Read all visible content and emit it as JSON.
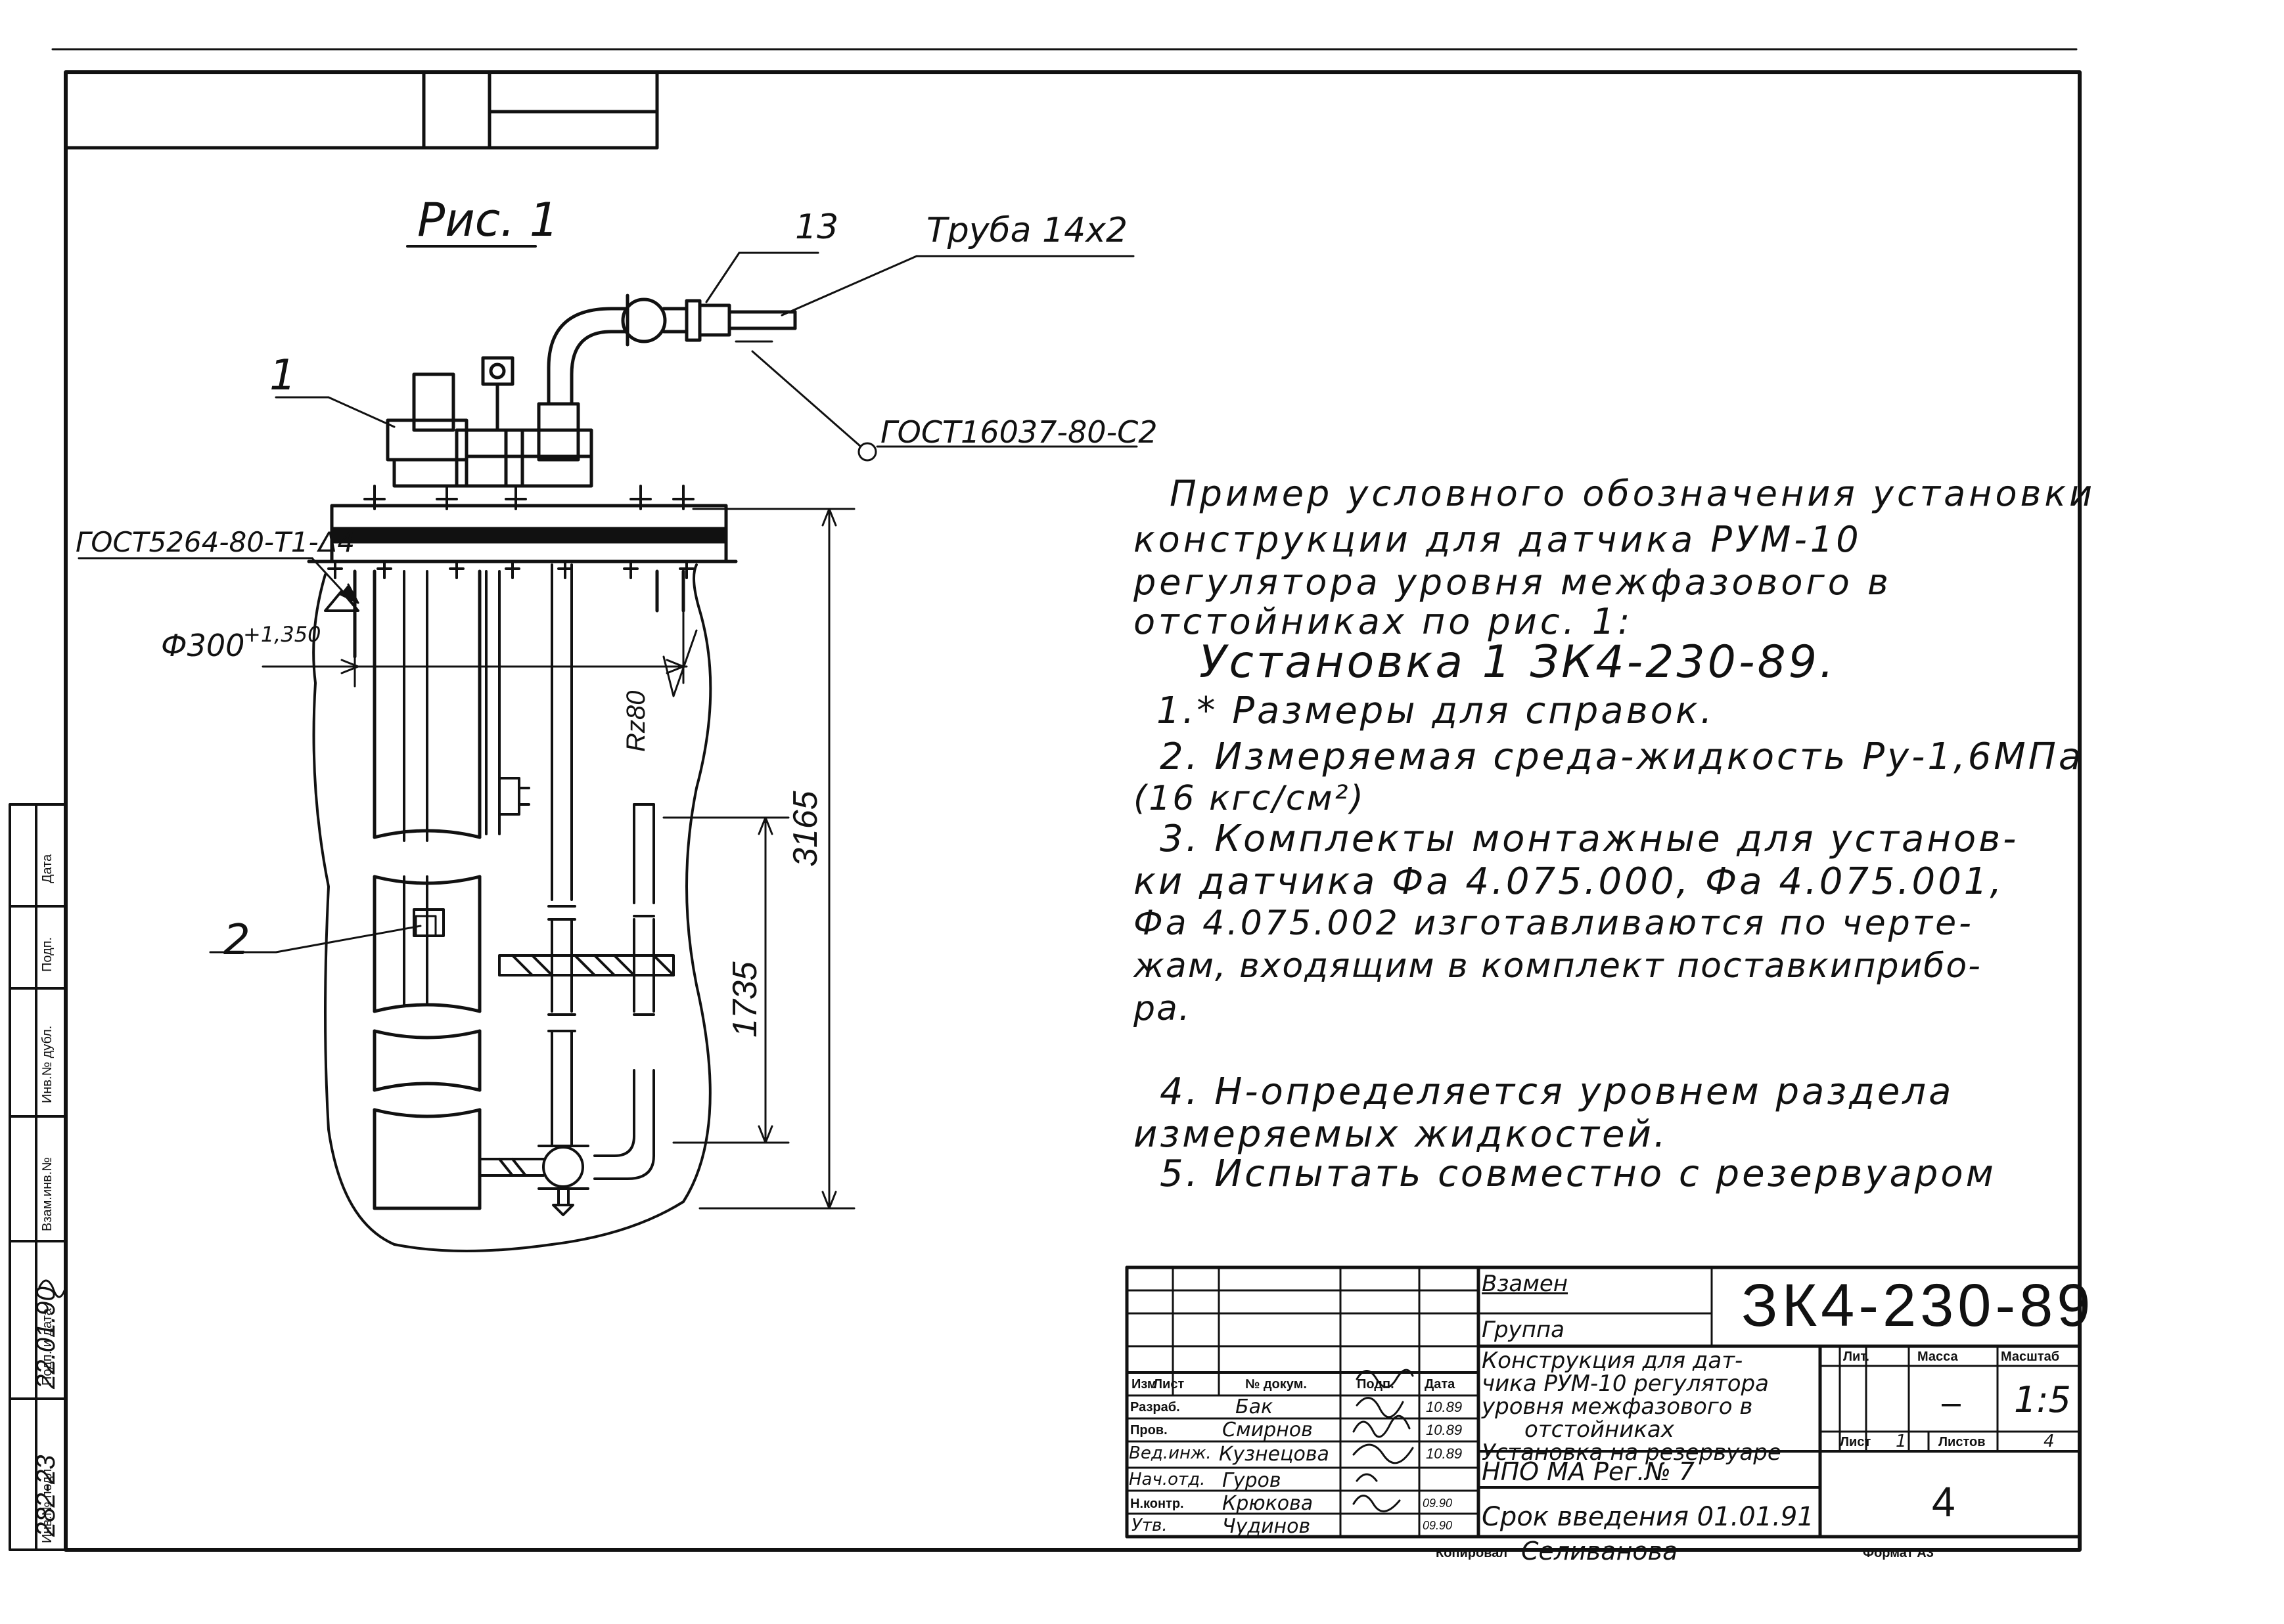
{
  "drawing": {
    "figure_title": "Рис. 1",
    "callouts": {
      "c13": "13",
      "pipe": "Труба 14х2",
      "gost_c2": "ГОСТ16037-80-С2",
      "c1": "1",
      "gost_t1": "ГОСТ5264-80-Т1-Δ4",
      "diameter": "Ф300",
      "diameter_tol": "+1,350",
      "roughness": "Rz80",
      "c2": "2",
      "dim_3165": "3165",
      "dim_1735": "1735"
    }
  },
  "notes": {
    "example_lines": [
      "Пример условного обозначения установки",
      "конструкции для датчика РУМ-10",
      "регулятора уровня межфазового в",
      "отстойниках по рис. 1:"
    ],
    "designation": "Установка 1 ЗК4-230-89.",
    "items": [
      "1.* Размеры для справок.",
      "2. Измеряемая среда-жидкость Ру-1,6МПа",
      "(16 кгс/см²)",
      "3. Комплекты монтажные для установ-",
      "ки датчика Фа 4.075.000, Фа 4.075.001,",
      "Фа 4.075.002 изготавливаются по черте-",
      "жам, входящим в комплект поставкиприбо-",
      "ра.",
      "4. Н-определяется уровнем раздела",
      "измеряемых жидкостей.",
      "5. Испытать совместно с резервуаром"
    ]
  },
  "title_block": {
    "code": "ЗК4-230-89",
    "replaces_label": "Взамен",
    "group_label": "Группа",
    "title_lines": [
      "Конструкция для дат-",
      "чика РУМ-10 регулятора",
      "уровня межфазового в",
      "отстойниках",
      "Установка на резервуаре"
    ],
    "org": "НПО МА Рег.№ 7",
    "effective": "Срок введения 01.01.91",
    "col_headers": [
      "Изм",
      "Лист",
      "№ докум.",
      "Подп.",
      "Дата"
    ],
    "people": [
      {
        "role": "Разраб.",
        "name": "Бак",
        "date": "10.89"
      },
      {
        "role": "Пров.",
        "name": "Смирнов",
        "date": "10.89"
      },
      {
        "role": "Вед.инж.",
        "name": "Кузнецова",
        "date": "10.89"
      },
      {
        "role": "Нач.отд.",
        "name": "Гуров",
        "date": ""
      },
      {
        "role": "Н.контр.",
        "name": "Крюкова",
        "date": "09.90"
      },
      {
        "role": "Утв.",
        "name": "Чудинов",
        "date": "09.90"
      }
    ],
    "lit_label": "Лит.",
    "mass_label": "Масса",
    "scale_label": "Масштаб",
    "mass_value": "–",
    "scale_value": "1:5",
    "sheet_label": "Лист",
    "sheet_value": "1",
    "sheets_label": "Листов",
    "sheets_value": "4",
    "sheet_number": "4",
    "copied_label": "Копировал",
    "copied_by": "Селиванова",
    "format": "Формат А3"
  },
  "left_strip": {
    "labels": [
      "Дата",
      "Подп.",
      "Инв.№ дубл.",
      "Взам.инв.№",
      "Подп. и дата",
      "Инв.№ подл."
    ],
    "handwritten_date": "22.01.90",
    "inv_number": "282-23"
  }
}
